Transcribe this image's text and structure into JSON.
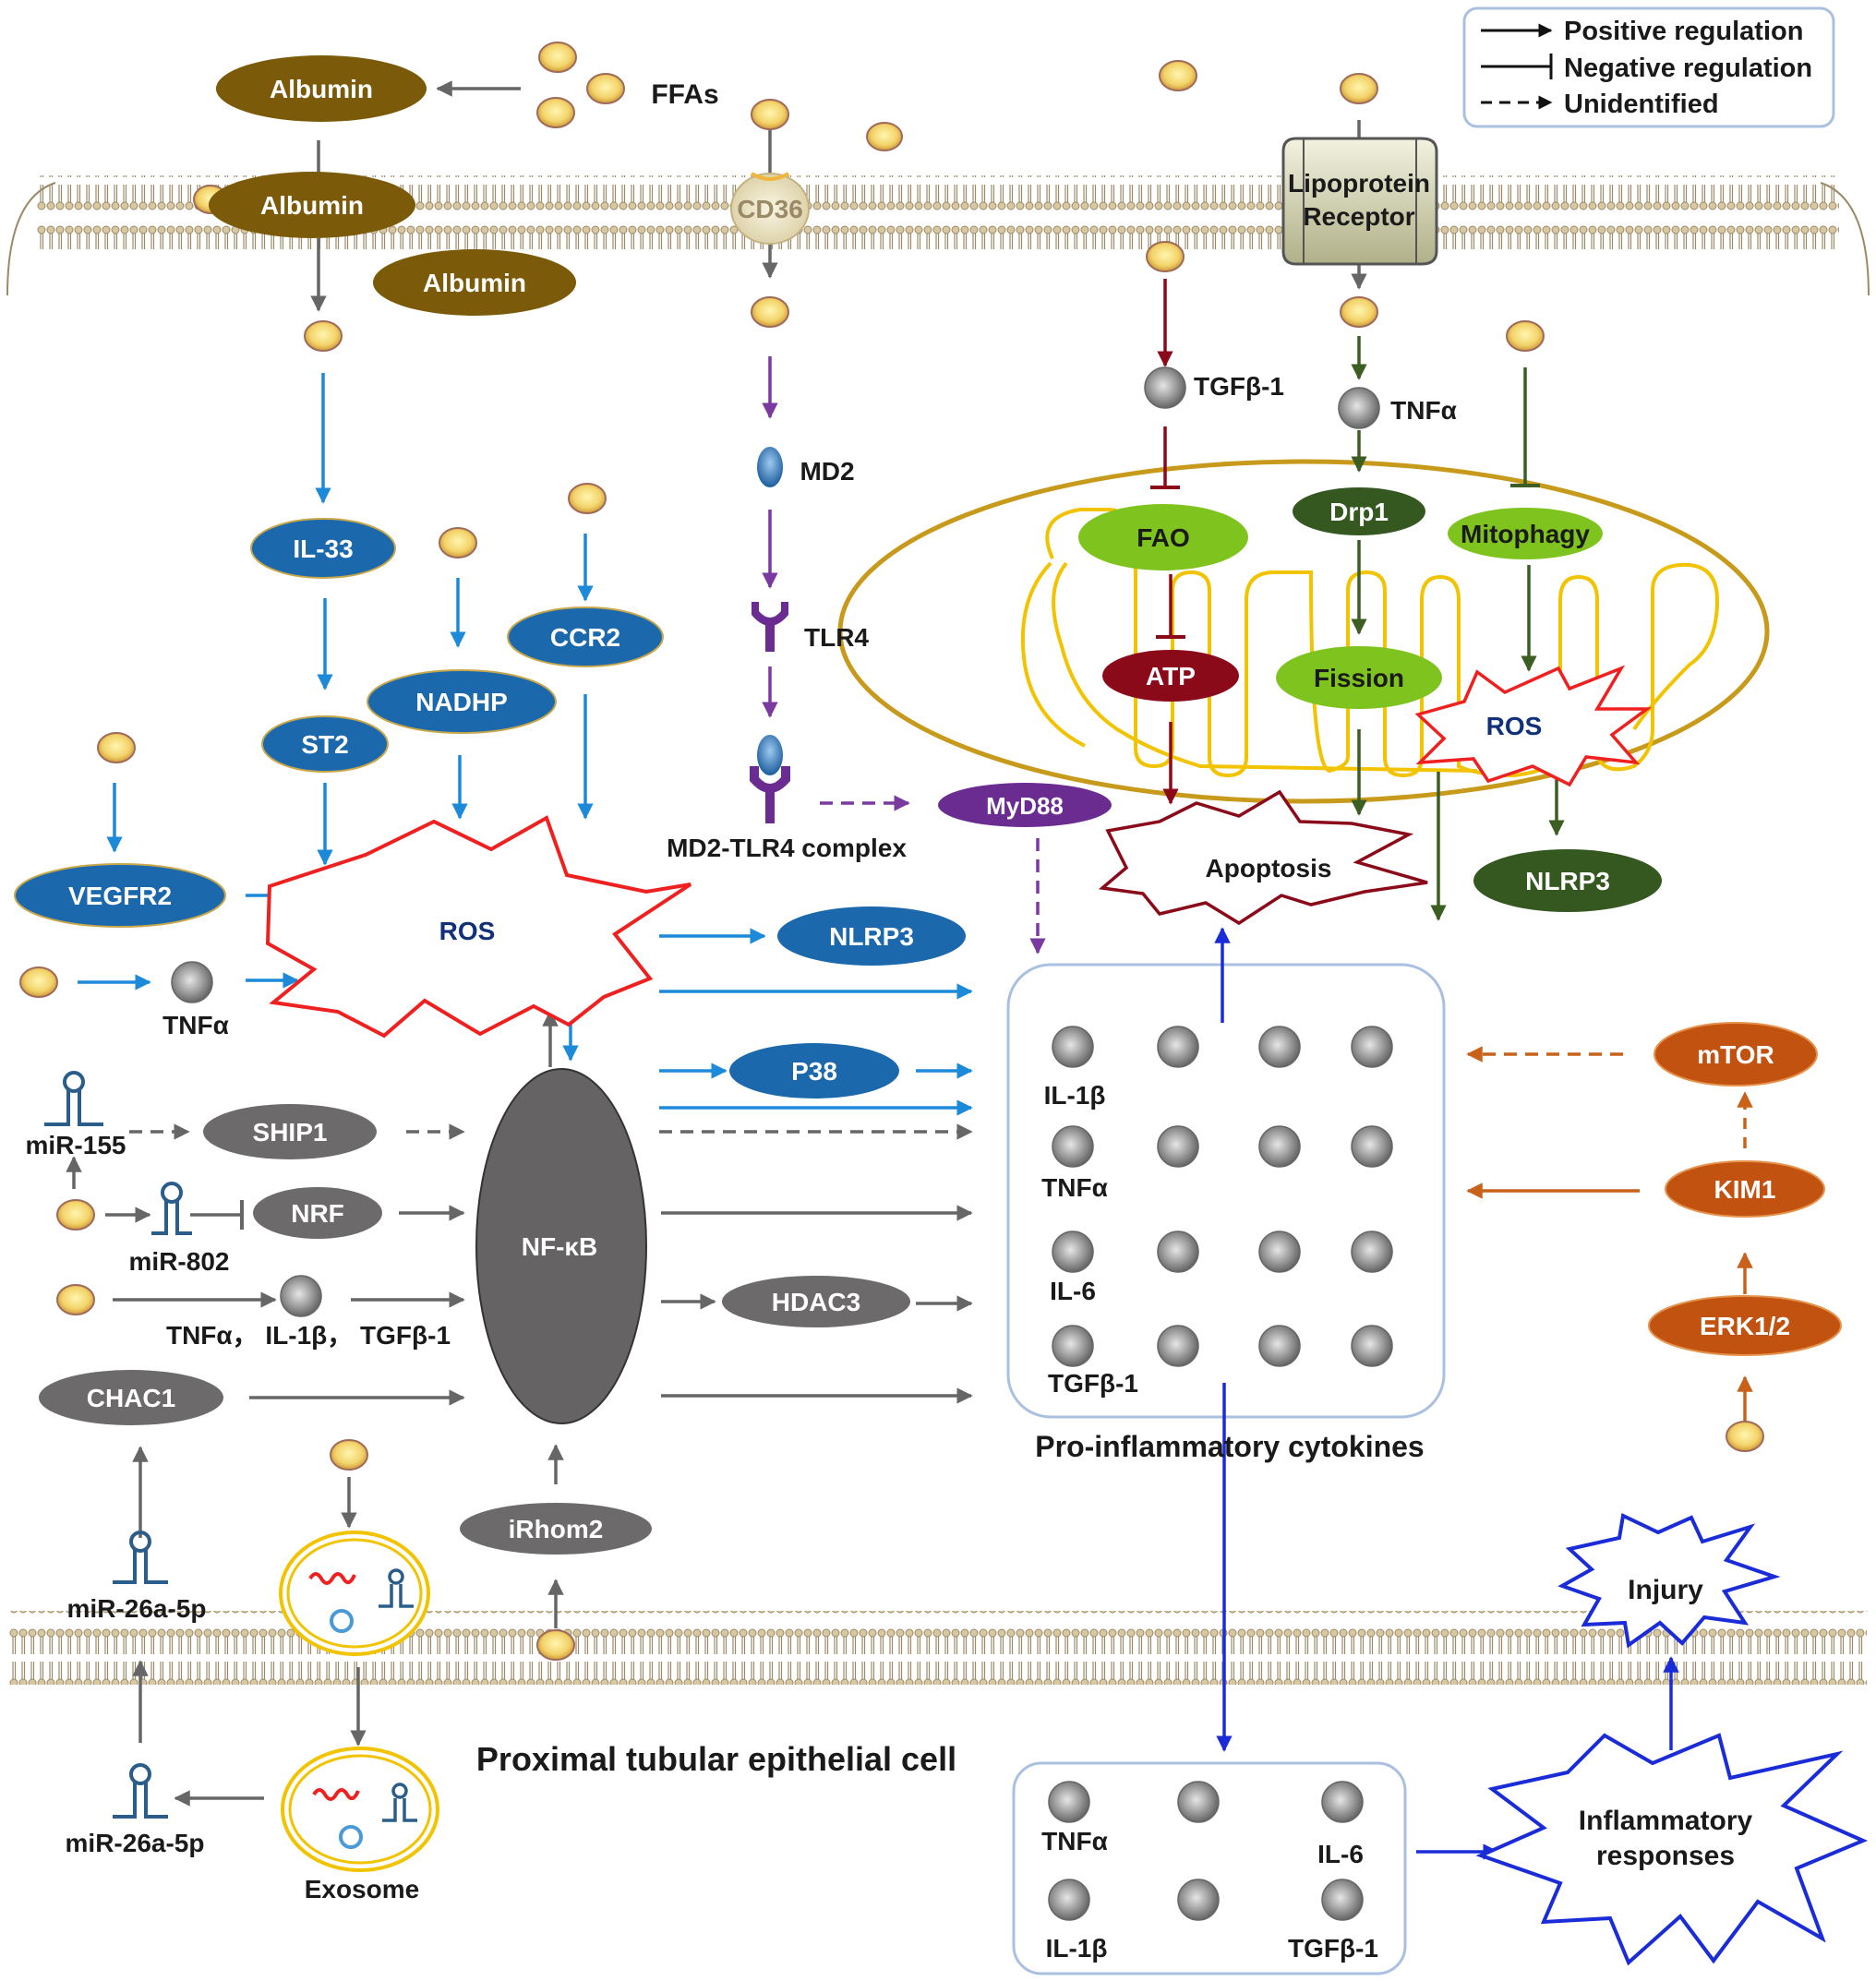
{
  "legend": {
    "positive": "Positive regulation",
    "negative": "Negative regulation",
    "unidentified": "Unidentified"
  },
  "extracellular": {
    "ffas": "FFAs",
    "albumin": "Albumin"
  },
  "membrane": {
    "albumin": "Albumin",
    "cd36": "CD36",
    "lipoprotein_line1": "Lipoprotein",
    "lipoprotein_line2": "Receptor"
  },
  "cytoplasm": {
    "albumin": "Albumin",
    "il33": "IL-33",
    "st2": "ST2",
    "nadhp": "NADHP",
    "ccr2": "CCR2",
    "vegfr2": "VEGFR2",
    "ros": "ROS",
    "tnfa": "TNFα",
    "md2": "MD2",
    "tlr4": "TLR4",
    "md2_tlr4": "MD2-TLR4 complex",
    "myd88": "MyD88",
    "nlrp3": "NLRP3",
    "p38": "P38",
    "mir155": "miR-155",
    "ship1": "SHIP1",
    "mir802": "miR-802",
    "nrf": "NRF",
    "nfkb": "NF-κB",
    "cytokines_inline": "TNFα， IL-1β， TGFβ-1",
    "hdac3": "HDAC3",
    "chac1": "CHAC1",
    "irhom2": "iRhom2",
    "mir26a_in": "miR-26a-5p",
    "mir26a_out": "miR-26a-5p",
    "exosome": "Exosome",
    "cell_name": "Proximal tubular epithelial cell"
  },
  "mitochondria": {
    "tgfb1": "TGFβ-1",
    "tnfa": "TNFα",
    "fao": "FAO",
    "atp": "ATP",
    "drp1": "Drp1",
    "fission": "Fission",
    "mitophagy": "Mitophagy",
    "ros": "ROS",
    "apoptosis": "Apoptosis",
    "nlrp3": "NLRP3"
  },
  "cytokine_box": {
    "caption": "Pro-inflammatory cytokines",
    "il1b": "IL-1β",
    "tnfa": "TNFα",
    "il6": "IL-6",
    "tgfb1": "TGFβ-1"
  },
  "right_pathway": {
    "mtor": "mTOR",
    "kim1": "KIM1",
    "erk": "ERK1/2"
  },
  "secreted_box": {
    "tnfa": "TNFα",
    "il6": "IL-6",
    "il1b": "IL-1β",
    "tgfb1": "TGFβ-1"
  },
  "outcomes": {
    "inflammatory_line1": "Inflammatory",
    "inflammatory_line2": "responses",
    "injury": "Injury"
  },
  "colors": {
    "albumin": "#7b5a0a",
    "blue_node": "#1b69ac",
    "grey_node": "#6c6a6a",
    "orange_node": "#c2520f",
    "mito_outline": "#c89a1c",
    "cristae": "#f2c300",
    "light_green": "#7fc31e",
    "dark_green": "#34581f",
    "dark_red": "#8b0a1a",
    "purple": "#6a2c91",
    "ros_red": "#ee2020",
    "nav_blue": "#1a2bd8"
  }
}
